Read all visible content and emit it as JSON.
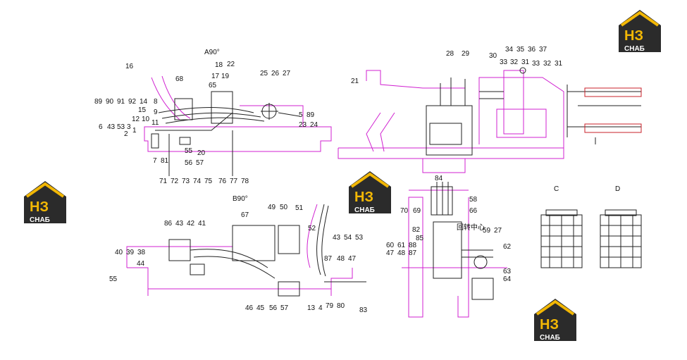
{
  "brand": {
    "logo_letters": "НЗ",
    "logo_caption": "СНАБ",
    "colors": {
      "gold": "#f2b705",
      "dark": "#2b2b2b",
      "magenta": "#d021d0",
      "red": "#c8202a"
    }
  },
  "views": {
    "a90": {
      "title": "A90°"
    },
    "b90": {
      "title": "B90°"
    },
    "c": {
      "title": "C"
    },
    "d": {
      "title": "D"
    }
  },
  "labels": {
    "view_a": [
      "16",
      "18",
      "22",
      "17",
      "19",
      "65",
      "25",
      "26",
      "27",
      "68",
      "8",
      "89",
      "90",
      "91",
      "92",
      "14",
      "15",
      "9",
      "12",
      "10",
      "11",
      "6",
      "43",
      "53",
      "3",
      "1",
      "2",
      "7",
      "81",
      "55",
      "20",
      "56",
      "57",
      "5",
      "89",
      "23",
      "24",
      "71",
      "72",
      "73",
      "74",
      "75",
      "76",
      "77",
      "78"
    ],
    "view_top": [
      "21",
      "28",
      "29",
      "30",
      "34",
      "35",
      "36",
      "37",
      "33",
      "32",
      "31",
      "33",
      "32",
      "31"
    ],
    "view_b": [
      "67",
      "49",
      "50",
      "51",
      "86",
      "43",
      "42",
      "41",
      "40",
      "39",
      "38",
      "44",
      "55",
      "43",
      "54",
      "53",
      "87",
      "48",
      "47",
      "46",
      "45",
      "56",
      "57",
      "13",
      "4",
      "79",
      "80",
      "83",
      "52"
    ],
    "view_side": [
      "84",
      "58",
      "70",
      "69",
      "66",
      "82",
      "85",
      "59",
      "27",
      "60",
      "61",
      "88",
      "47",
      "48",
      "87",
      "62",
      "63",
      "64"
    ]
  },
  "center_caption": "回转中心"
}
